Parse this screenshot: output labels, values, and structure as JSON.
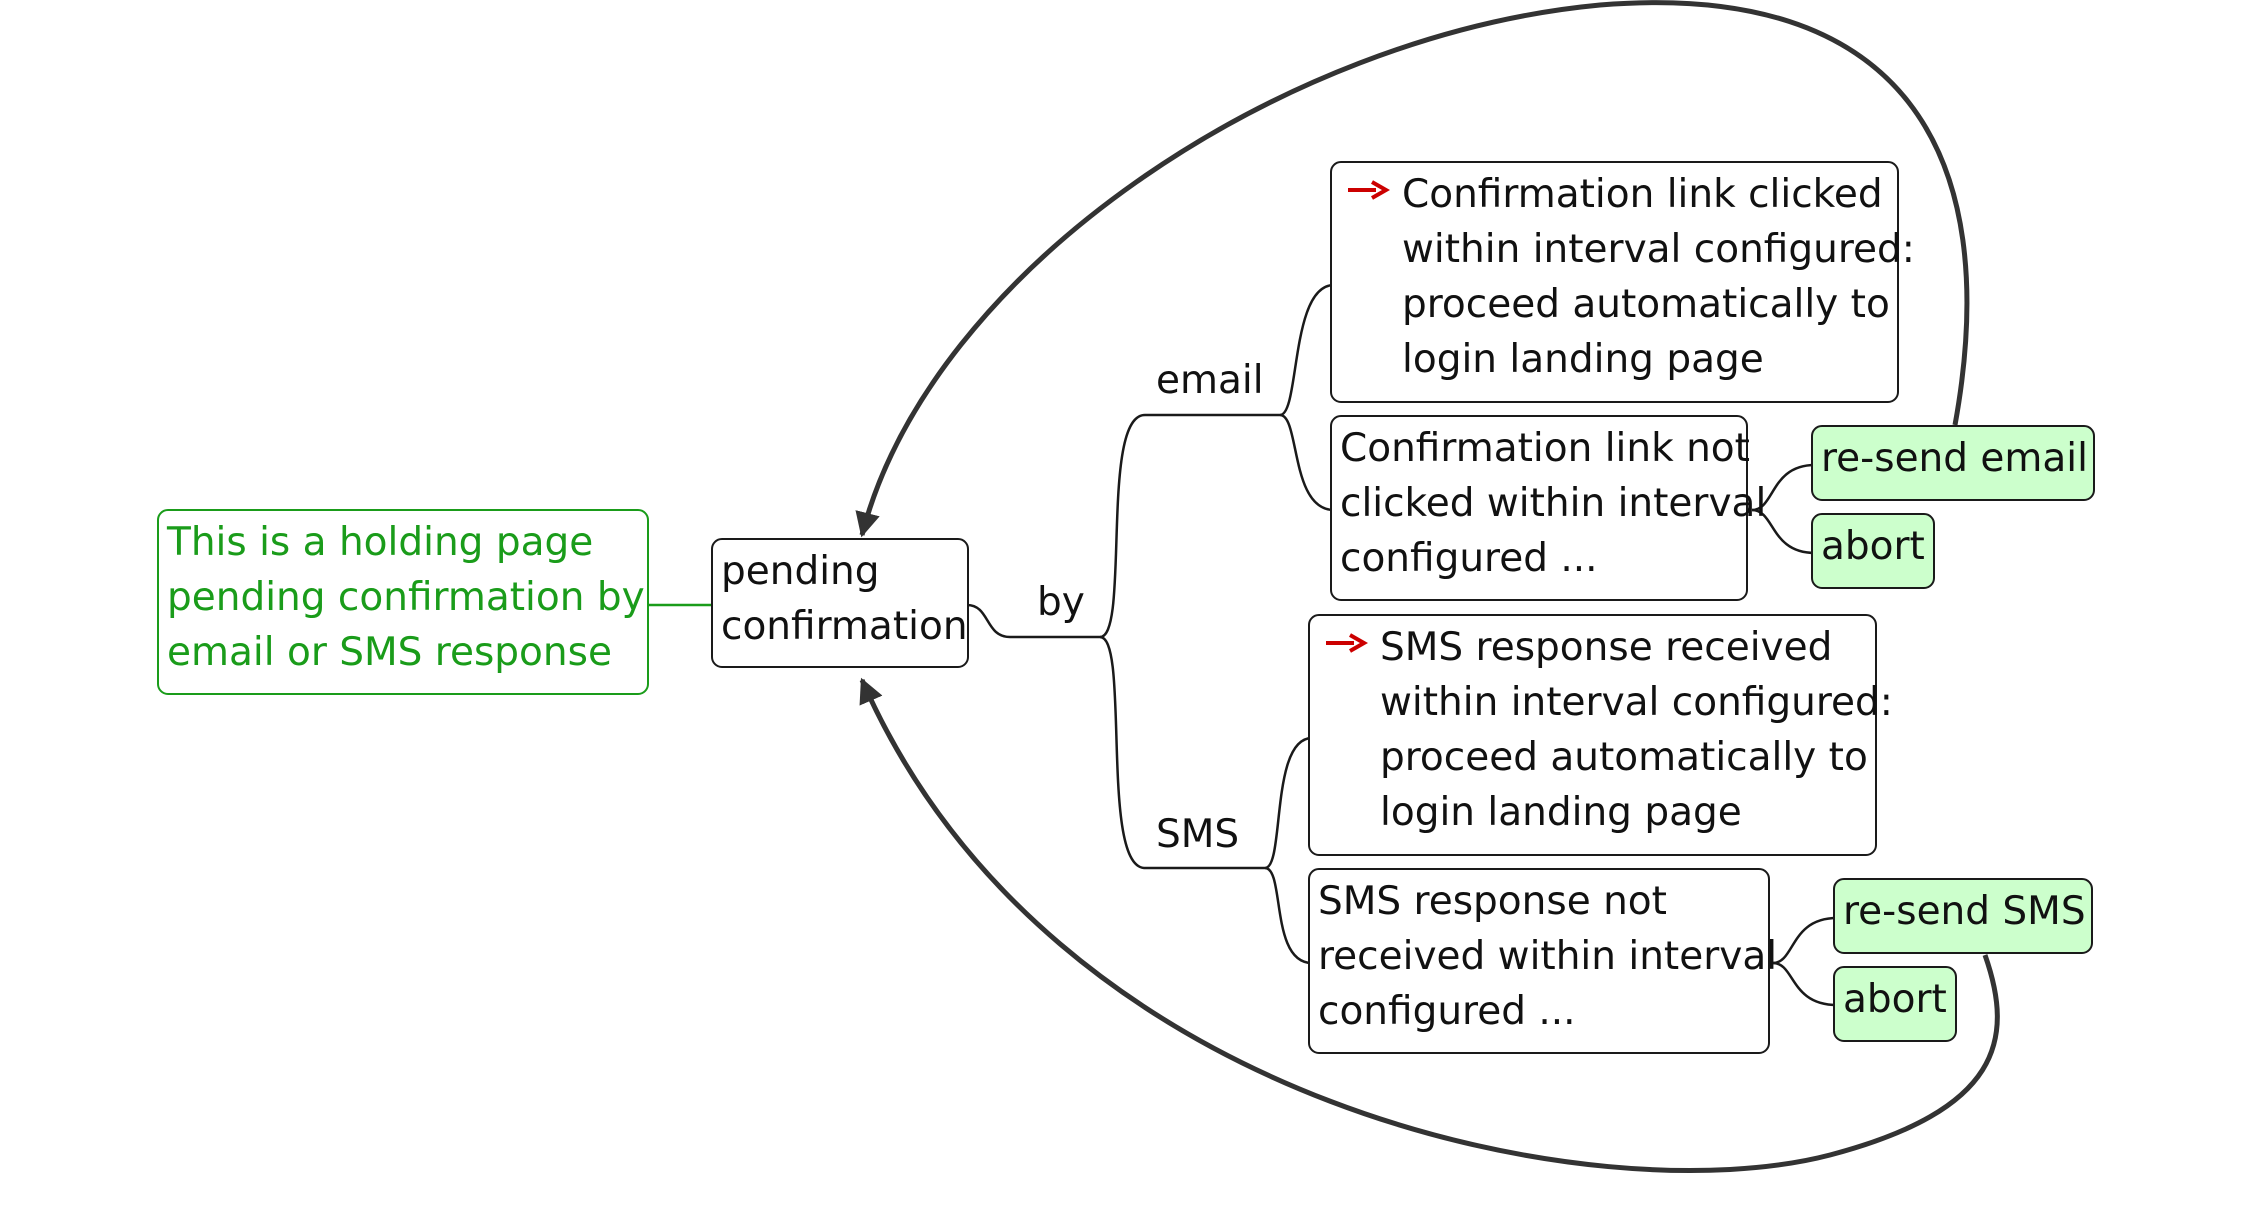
{
  "note": {
    "lines": [
      "This is a holding page",
      "pending confirmation by",
      "email or SMS response"
    ]
  },
  "root": {
    "lines": [
      "pending",
      "confirmation"
    ]
  },
  "connector_by": "by",
  "branches": {
    "email": {
      "label": "email",
      "success": {
        "lines": [
          "Confirmation link clicked",
          "within interval configured:",
          "proceed automatically to",
          "login landing page"
        ]
      },
      "failure": {
        "lines": [
          "Confirmation link not",
          "clicked within interval",
          "configured ..."
        ]
      },
      "actions": [
        "re-send email",
        "abort"
      ]
    },
    "sms": {
      "label": "SMS",
      "success": {
        "lines": [
          "SMS response received",
          "within interval configured:",
          "proceed automatically to",
          "login landing page"
        ]
      },
      "failure": {
        "lines": [
          "SMS response not",
          "received within interval",
          "configured ..."
        ]
      },
      "actions": [
        "re-send SMS",
        "abort"
      ]
    }
  },
  "colors": {
    "note": "#1a9c1a",
    "action_fill": "#ccffcc",
    "flag_arrow": "#cc0000",
    "loop_arrow": "#333333",
    "edge": "#1a1a1a"
  },
  "icons": {
    "flag": "red-right-arrow-icon"
  }
}
